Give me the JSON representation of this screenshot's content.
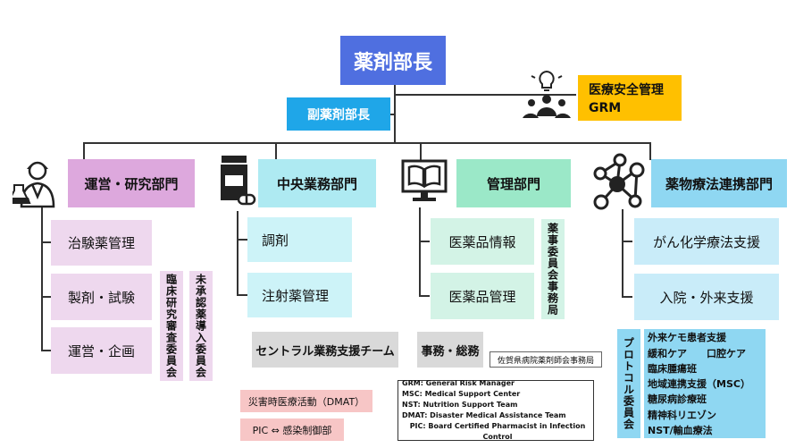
{
  "title": "薬剤部長",
  "deputy": "副薬剤部長",
  "safety": {
    "line1": "医療安全管理",
    "line2": "GRM"
  },
  "departments": [
    {
      "name": "運営・研究部門",
      "color": "#dda8dd",
      "items": [
        "治験薬管理",
        "製剤・試験",
        "運営・企画"
      ]
    },
    {
      "name": "中央業務部門",
      "color": "#aeeaf2",
      "items": [
        "調剤",
        "注射薬管理"
      ]
    },
    {
      "name": "管理部門",
      "color": "#9be8c8",
      "items": [
        "医薬品情報",
        "医薬品管理"
      ]
    },
    {
      "name": "薬物療法連携部門",
      "color": "#8fd7f2",
      "items": [
        "がん化学療法支援",
        "入院・外来支援"
      ]
    }
  ],
  "committees": {
    "rinsho": "臨床研究審査委員会",
    "miteki": "未承認薬導入委員会",
    "yakuji": "薬事委員会事務局",
    "protocol": "プロトコル委員会"
  },
  "central_support": "セントラル業務支援チーム",
  "jimu": "事務・総務",
  "saga": "佐賀県病院薬剤師会事務局",
  "dmat": "災害時医療活動（DMAT）",
  "pic": "PIC ⇔ 感染制御部",
  "legend": [
    "GRM: General Risk Manager",
    "MSC: Medical Support Center",
    "NST: Nutrition Support Team",
    "DMAT: Disaster Medical Assistance Team",
    "PIC: Board Certified Pharmacist in Infection Control"
  ],
  "support_list": [
    "外来ケモ患者支援",
    "緩和ケア　　口腔ケア",
    "臨床腫瘍班",
    "地域連携支援（MSC）",
    "糖尿病診療班",
    "精神科リエゾン",
    "NST/輸血療法"
  ],
  "icons": [
    "team-icon",
    "scientist-icon",
    "medicine-bottle-icon",
    "monitor-book-icon",
    "network-icon"
  ]
}
